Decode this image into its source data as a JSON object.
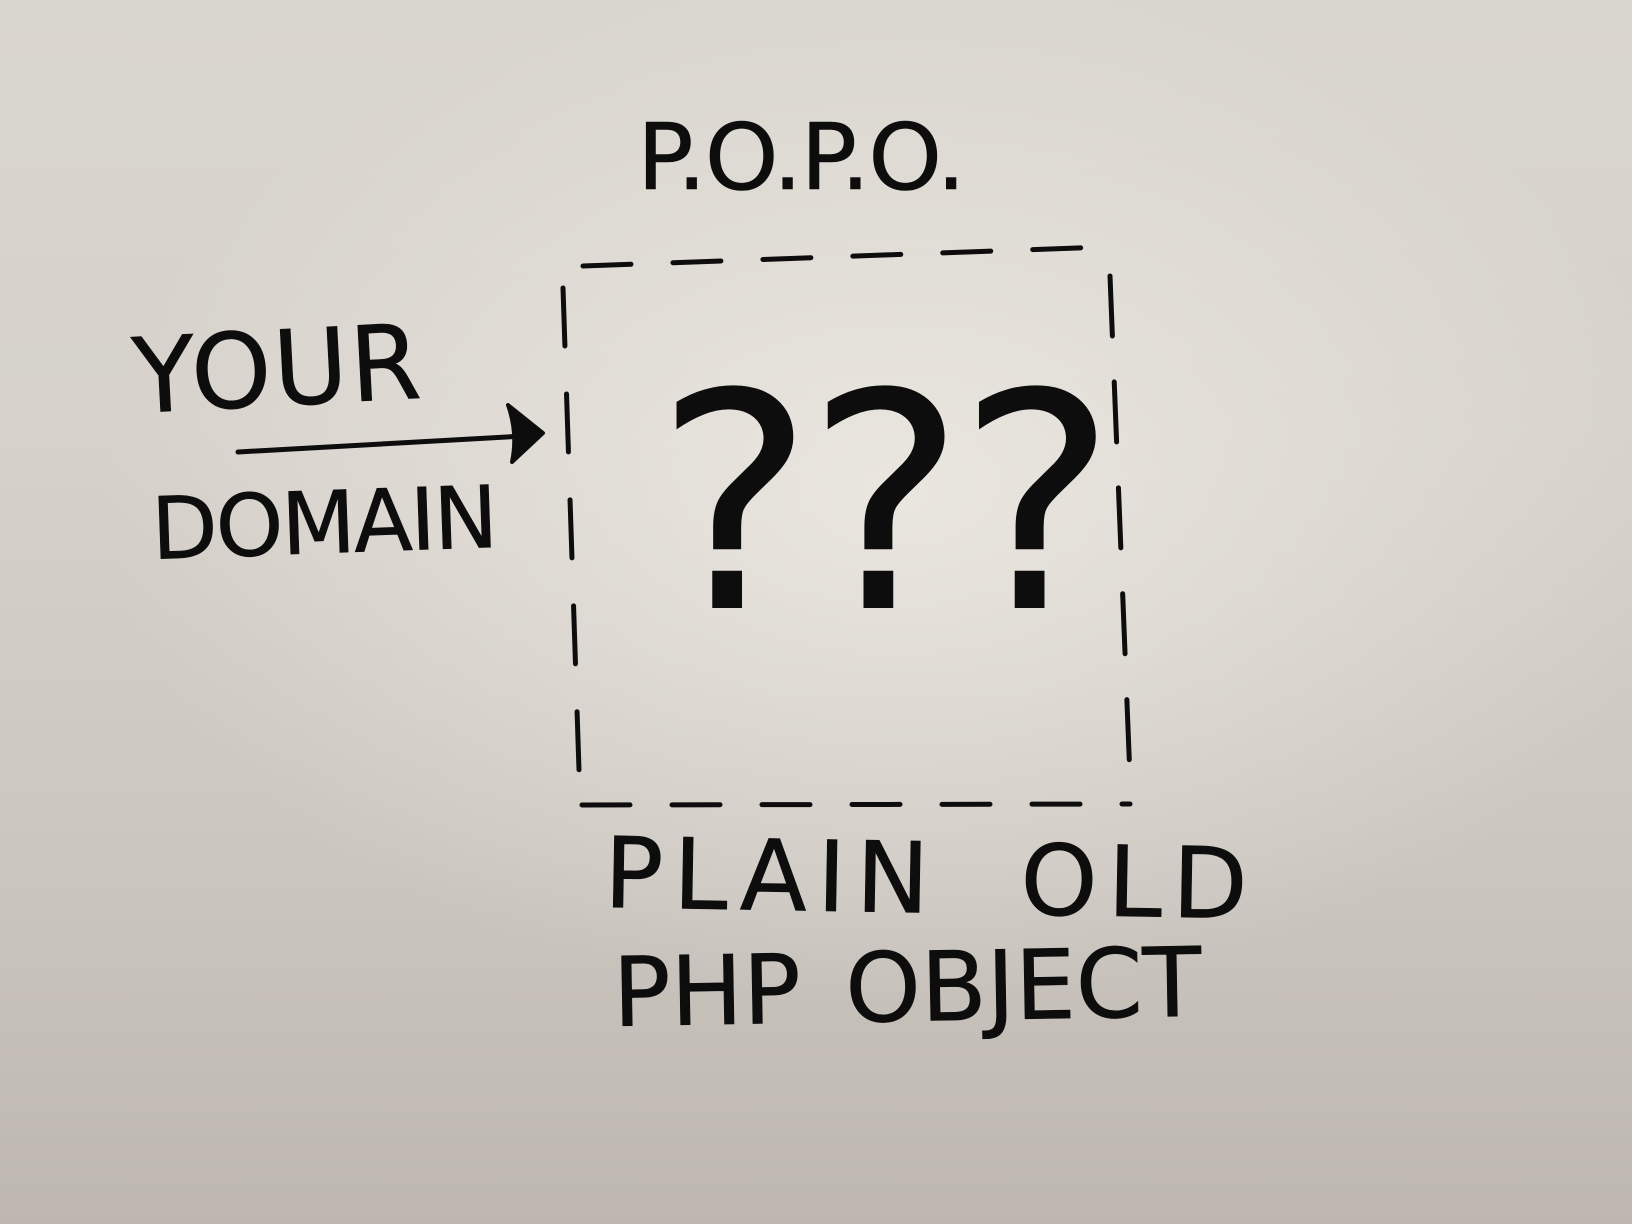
{
  "whiteboard": {
    "title_abbrev": "P.O.P.O.",
    "source_label_line1": "YOUR",
    "source_label_line2": "DOMAIN",
    "box_content": "???",
    "caption_line1": "PLAIN OLD",
    "caption_line2": "PHP OBJECT"
  },
  "colors": {
    "ink": "#0d0d0d",
    "board": "#d6d2cb"
  }
}
